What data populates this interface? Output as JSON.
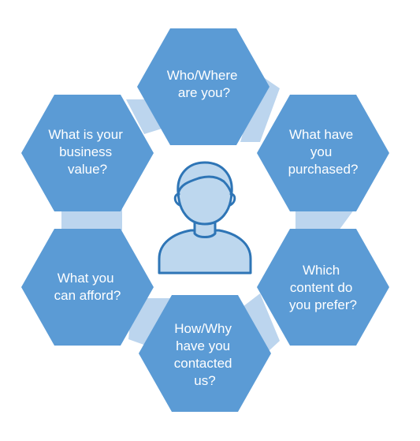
{
  "diagram": {
    "center": {
      "icon": "user-icon"
    },
    "nodes": [
      {
        "id": "who-where",
        "lines": [
          "Who/Where",
          "are you?"
        ]
      },
      {
        "id": "purchased",
        "lines": [
          "What have",
          "you",
          "purchased?"
        ]
      },
      {
        "id": "content",
        "lines": [
          "Which",
          "content do",
          "you prefer?"
        ]
      },
      {
        "id": "contacted",
        "lines": [
          "How/Why",
          "have you",
          "contacted",
          "us?"
        ]
      },
      {
        "id": "afford",
        "lines": [
          "What you",
          "can afford?"
        ]
      },
      {
        "id": "business-value",
        "lines": [
          "What is your",
          "business",
          "value?"
        ]
      }
    ],
    "colors": {
      "hex": "#5b9bd5",
      "connector": "#bcd5ee",
      "text": "#ffffff",
      "person_fill": "#bdd7ee",
      "person_stroke": "#2e75b6"
    }
  }
}
